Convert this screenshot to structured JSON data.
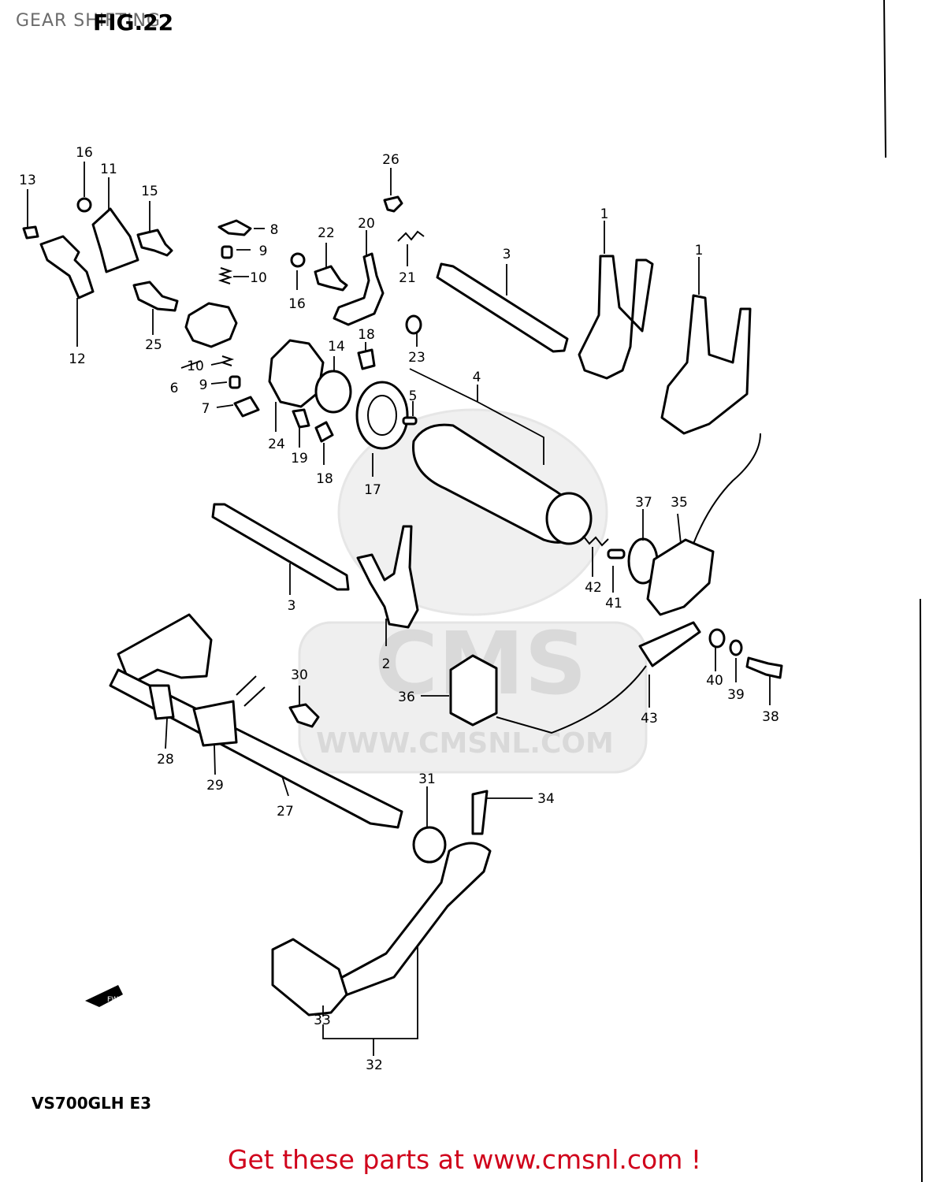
{
  "header": {
    "title": "GEAR SHIFTING",
    "figure": "FIG.22"
  },
  "model": "VS700GLH E3",
  "watermark": {
    "brand": "CMS",
    "url": "WWW.CMSNL.COM"
  },
  "forward_marker": "FWD",
  "footer": {
    "text": "Get these parts at www.cmsnl.com !",
    "color": "#d0021b"
  },
  "part_labels": {
    "p1a": "1",
    "p1b": "1",
    "p2": "2",
    "p3a": "3",
    "p3b": "3",
    "p4": "4",
    "p5": "5",
    "p6": "6",
    "p7": "7",
    "p8": "8",
    "p9a": "9",
    "p9b": "9",
    "p10a": "10",
    "p10b": "10",
    "p11": "11",
    "p12": "12",
    "p13": "13",
    "p14": "14",
    "p15": "15",
    "p16a": "16",
    "p16b": "16",
    "p17": "17",
    "p18a": "18",
    "p18b": "18",
    "p19": "19",
    "p20": "20",
    "p21": "21",
    "p22": "22",
    "p23": "23",
    "p24": "24",
    "p25": "25",
    "p26": "26",
    "p27": "27",
    "p28": "28",
    "p29": "29",
    "p30": "30",
    "p31": "31",
    "p32": "32",
    "p33": "33",
    "p34": "34",
    "p35": "35",
    "p36": "36",
    "p37": "37",
    "p38": "38",
    "p39": "39",
    "p40": "40",
    "p41": "41",
    "p42": "42",
    "p43": "43"
  }
}
